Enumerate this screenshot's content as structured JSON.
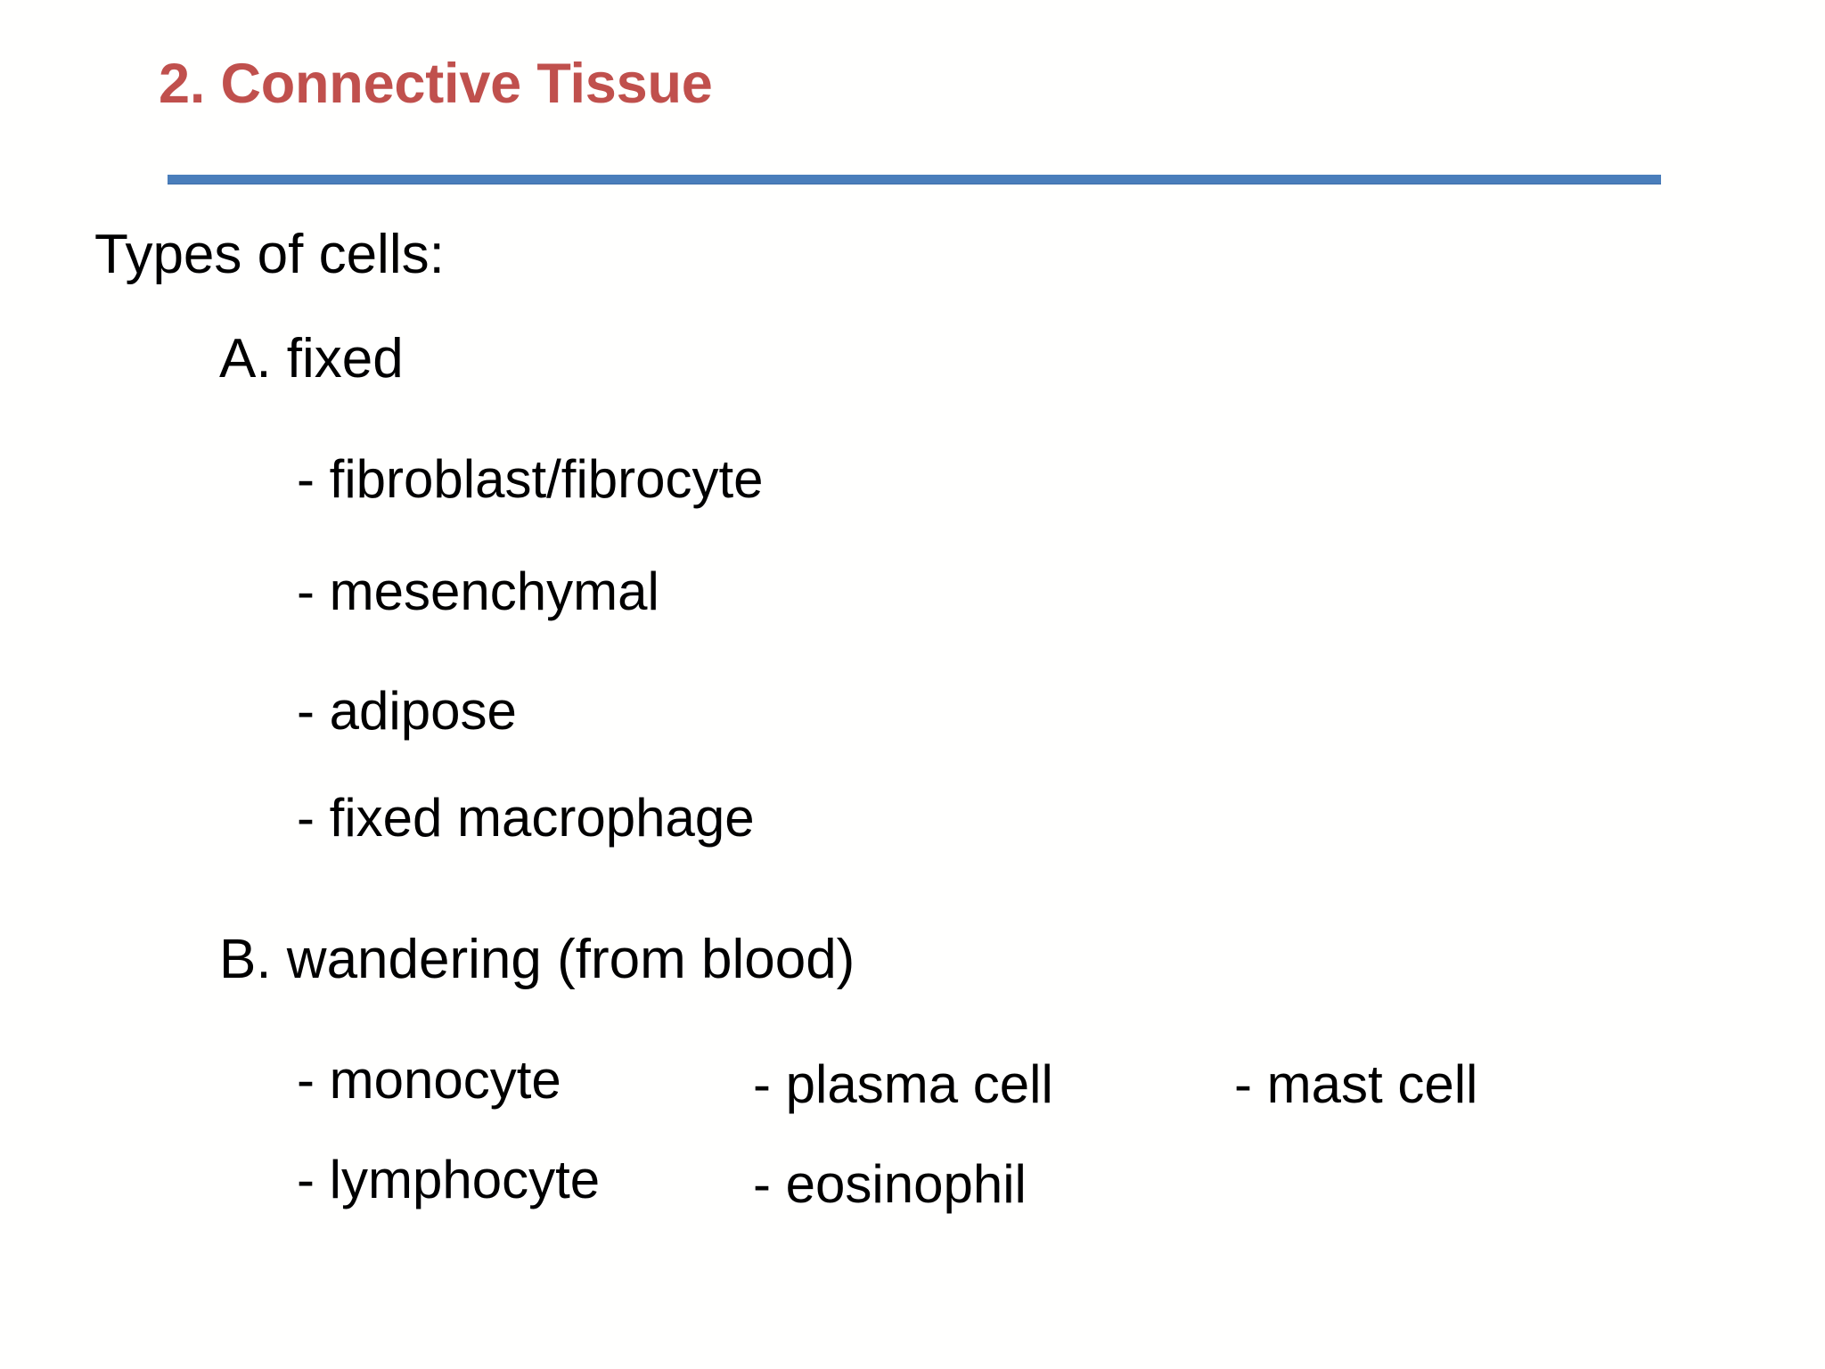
{
  "slide": {
    "title": "2. Connective Tissue",
    "accent_color": "#c0504d",
    "rule_color": "#4a7ebb",
    "background_color": "#ffffff",
    "text_color": "#000000"
  },
  "body": {
    "heading": "Types of cells:",
    "sections": [
      {
        "label": "A. fixed",
        "items": [
          "- fibroblast/fibrocyte",
          "- mesenchymal",
          "- adipose",
          "- fixed macrophage"
        ]
      },
      {
        "label": "B. wandering (from blood)",
        "rows": [
          [
            "- monocyte",
            "- plasma cell",
            "- mast cell"
          ],
          [
            "- lymphocyte",
            "- eosinophil"
          ]
        ]
      }
    ]
  }
}
